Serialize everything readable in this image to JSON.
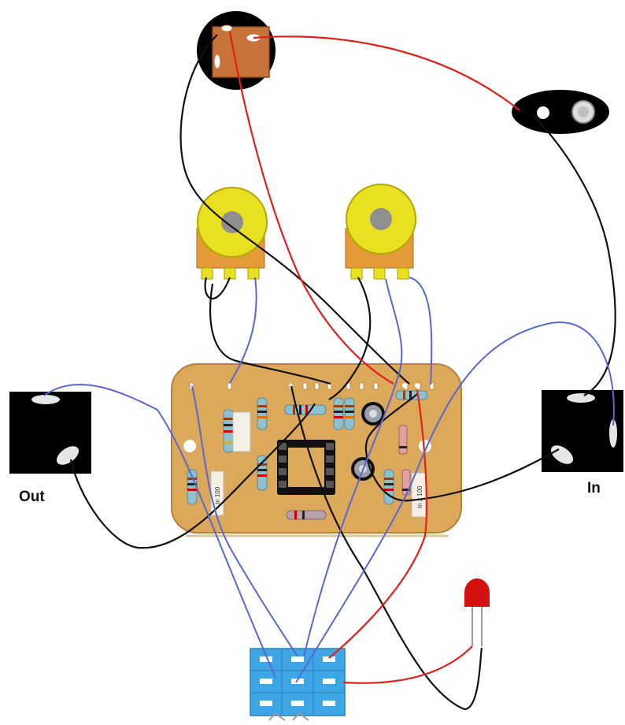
{
  "labels": {
    "out": "Out",
    "in": "In"
  },
  "components": {
    "trimmer_left_marking": "In 100",
    "trimmer_right_marking": "In J 100"
  },
  "colors": {
    "wire_black": "#111111",
    "wire_red": "#e0201a",
    "wire_blue": "#5a66d6",
    "pcb": "#dca95a",
    "pot_body": "#e8e020",
    "pot_base": "#e59a3a",
    "footswitch": "#3fa6e6",
    "led": "#d41010",
    "jack": "#000000"
  }
}
